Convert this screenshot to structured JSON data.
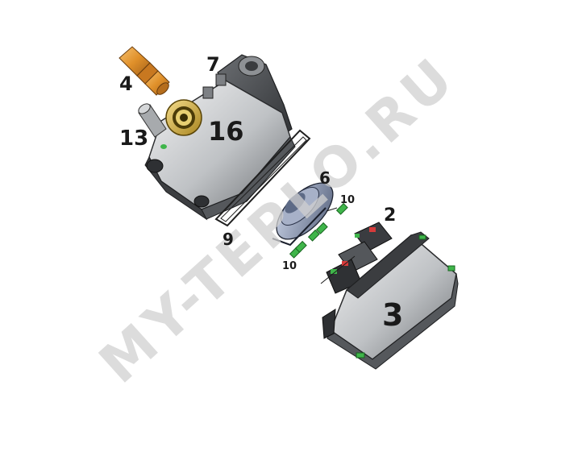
{
  "watermark": "MY-TEPLO.RU",
  "part_labels": {
    "p4": "4",
    "p7": "7",
    "p13": "13",
    "p16": "16",
    "p9": "9",
    "p6": "6",
    "p10a": "10",
    "p10b": "10",
    "p2": "2",
    "p3": "3"
  },
  "colors": {
    "body_gray": "#b9bcbf",
    "body_light": "#e6e7e8",
    "body_dark": "#4a4c4f",
    "fitting_orange": "#e0902a",
    "fastener_green": "#3fb54a",
    "watermark": "#d0d0d0"
  }
}
